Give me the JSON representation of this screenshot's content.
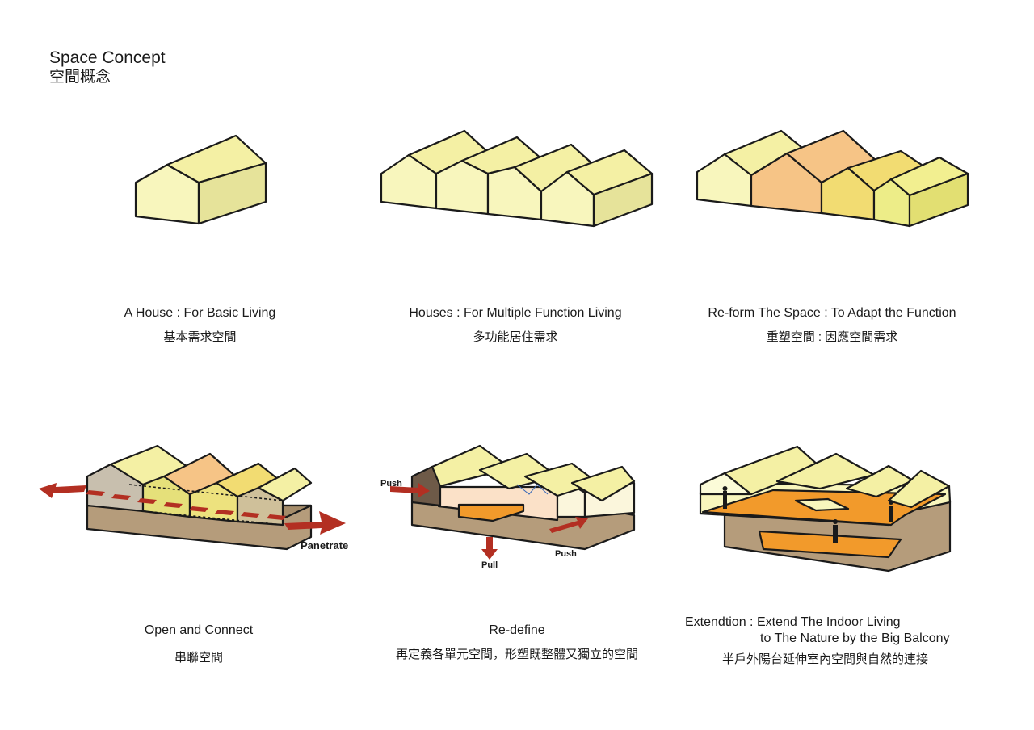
{
  "title": {
    "en": "Space Concept",
    "zh": "空間概念"
  },
  "panels": [
    {
      "en": "A House : For Basic Living",
      "zh": "基本需求空間"
    },
    {
      "en": "Houses : For Multiple Function Living",
      "zh": "多功能居住需求"
    },
    {
      "en": "Re-form The Space : To Adapt the Function",
      "zh": "重塑空間 : 因應空間需求"
    },
    {
      "en": "Open and Connect",
      "zh": "串聯空間"
    },
    {
      "en": "Re-define",
      "zh": "再定義各單元空間，形塑既整體又獨立的空間"
    },
    {
      "en_line1": "Extendtion : Extend The Indoor Living",
      "en_line2": "to The Nature by the Big Balcony",
      "zh": "半戶外陽台延伸室內空間與自然的連接"
    }
  ],
  "annotations": {
    "penetrate": "Panetrate",
    "push": "Push",
    "pull": "Pull"
  },
  "colors": {
    "stroke": "#1a1a1a",
    "roof": "#f4f0a4",
    "wall": "#f8f6bd",
    "side": "#e6e39a",
    "orange": "#f6c486",
    "yellow": "#f2dc72",
    "lime": "#eded88",
    "ground": "#b59c7b",
    "floor": "#f29a2b",
    "arrow": "#b32f22"
  }
}
